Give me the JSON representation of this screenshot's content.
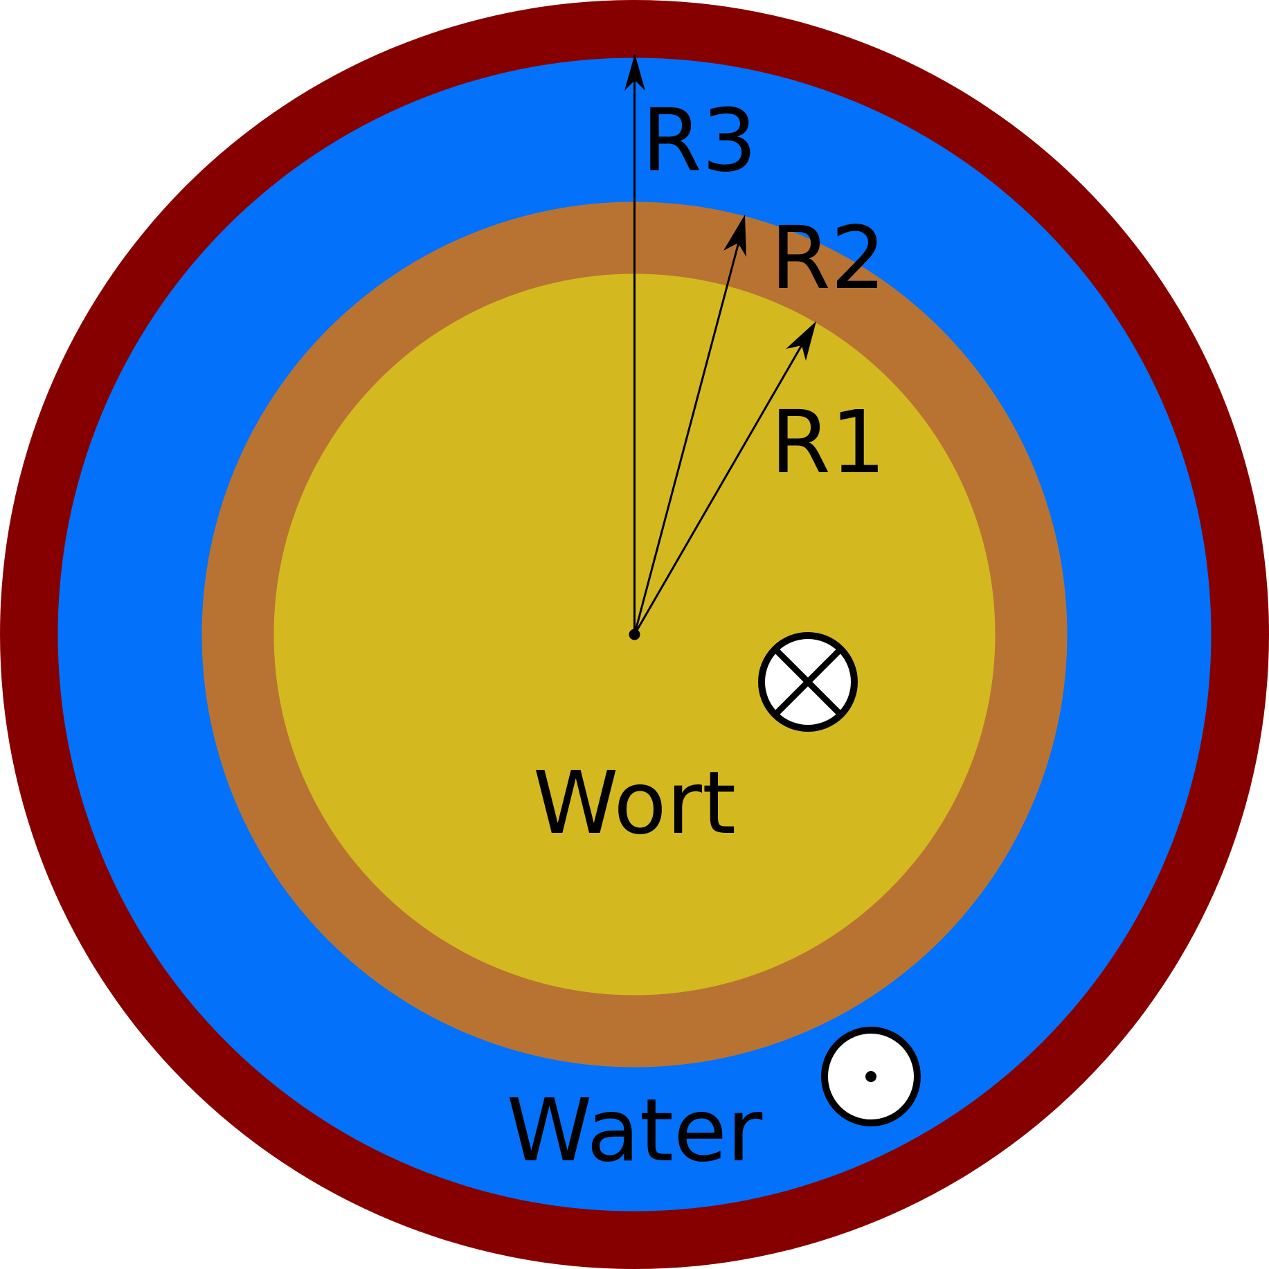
{
  "labels": {
    "r3": "R3",
    "r2": "R2",
    "r1": "R1",
    "wort": "Wort",
    "water": "Water"
  },
  "colors": {
    "outer_wall": "#870000",
    "water": "#0371f9",
    "inner_wall": "#b87333",
    "wort": "#d4b820",
    "ink": "#000000",
    "marker_fill": "#ffffff"
  },
  "icons": {
    "flow_into_page": "circled-cross-icon",
    "flow_out_of_page": "circled-dot-icon"
  }
}
